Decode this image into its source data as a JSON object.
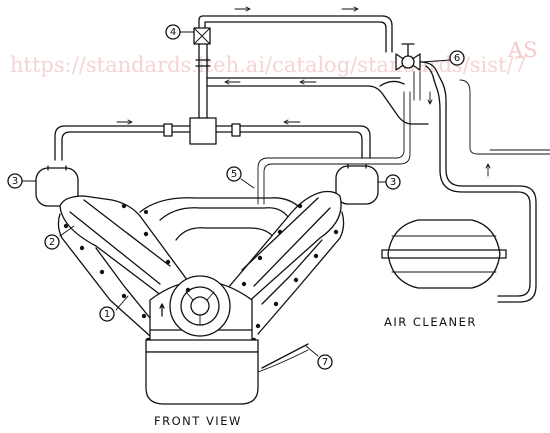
{
  "watermark": {
    "code": "AS",
    "url": "https://standards.iteh.ai/catalog/standards/sist/7"
  },
  "captions": {
    "front_view": "FRONT VIEW",
    "air_cleaner": "AIR CLEANER"
  },
  "callouts": [
    "1",
    "2",
    "3",
    "3",
    "4",
    "5",
    "6",
    "7"
  ]
}
